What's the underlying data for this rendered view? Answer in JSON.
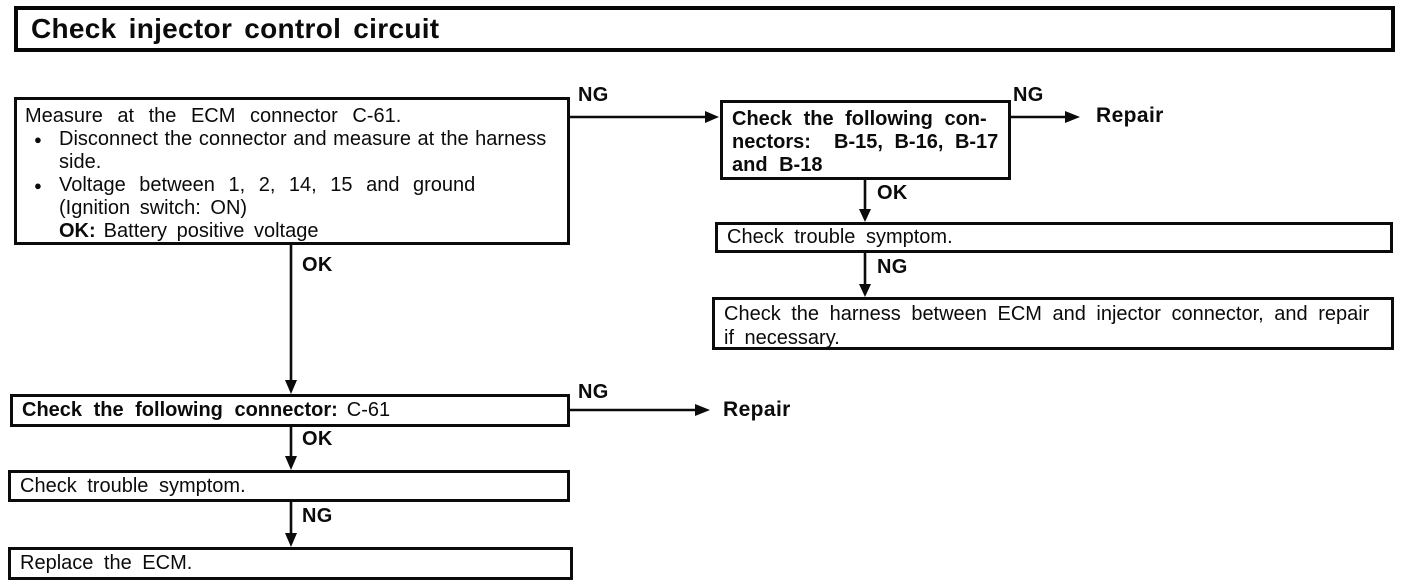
{
  "title": "Check injector control circuit",
  "colors": {
    "ink": "#0b0b0b",
    "paper": "#ffffff"
  },
  "icons": {
    "bullet": "●"
  },
  "boxes": {
    "measure": {
      "heading": "Measure at the ECM connector C-61.",
      "bullets": [
        {
          "lines": [
            "Disconnect the connector and measure at the harness",
            "side."
          ]
        },
        {
          "lines": [
            "Voltage between 1, 2, 14, 15 and ground",
            "(Ignition switch: ON)"
          ],
          "ok_label": "OK:",
          "ok_text": "Battery positive voltage"
        }
      ]
    },
    "connectors": {
      "lines": [
        "Check the following con-",
        "nectors:  B-15, B-16, B-17",
        "and B-18"
      ]
    },
    "symptom_right": {
      "text": "Check trouble symptom."
    },
    "harness": {
      "lines": [
        "Check the harness between ECM and injector connector, and repair",
        "if necessary."
      ]
    },
    "connector_c61": {
      "bold": "Check the following connector:",
      "normal": "C-61"
    },
    "symptom_left": {
      "text": "Check trouble symptom."
    },
    "replace_ecm": {
      "text": "Replace the ECM."
    }
  },
  "edge_labels": {
    "measure_to_connectors": "NG",
    "connectors_to_repair": "NG",
    "connectors_to_symptom": "OK",
    "symptom_to_harness": "NG",
    "measure_to_c61": "OK",
    "c61_to_repair": "NG",
    "c61_to_symptom": "OK",
    "symptom_to_replace": "NG"
  },
  "terminals": {
    "repair_top": "Repair",
    "repair_mid": "Repair"
  }
}
